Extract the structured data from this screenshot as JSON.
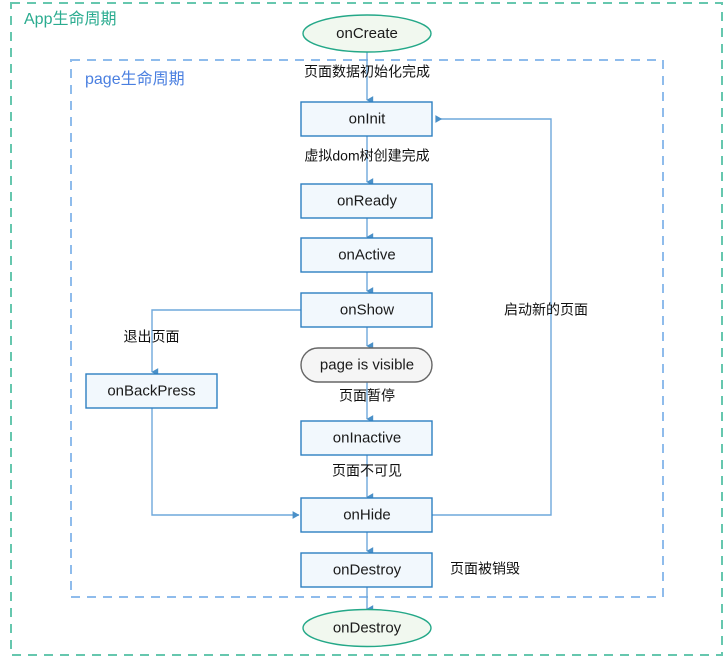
{
  "diagram": {
    "title_app_group": "App生命周期",
    "title_page_group": "page生命周期",
    "colors": {
      "app_group_border": "#66c7ae",
      "page_group_border": "#8fbcec",
      "process_fill": "#f2f8fd",
      "process_border": "#2e7fc1",
      "terminator_fill": "#f1f8ef",
      "terminator_border": "#24a888",
      "state_fill": "#f5f5f5",
      "state_border": "#666666",
      "flow_line": "#6fa8dc",
      "app_title_text": "#2aab8f",
      "page_title_text": "#4a7fe0"
    },
    "nodes": {
      "on_create": "onCreate",
      "on_init": "onInit",
      "on_ready": "onReady",
      "on_active": "onActive",
      "on_show": "onShow",
      "page_is_visible": "page is visible",
      "on_back_press": "onBackPress",
      "on_inactive": "onInactive",
      "on_hide": "onHide",
      "on_destroy_box": "onDestroy",
      "on_destroy_terminator": "onDestroy"
    },
    "edge_labels": {
      "data_init_done": "页面数据初始化完成",
      "vdom_created": "虚拟dom树创建完成",
      "exit_page": "退出页面",
      "page_paused": "页面暂停",
      "page_invisible": "页面不可见",
      "start_new_page": "启动新的页面",
      "page_destroyed": "页面被销毁"
    }
  }
}
